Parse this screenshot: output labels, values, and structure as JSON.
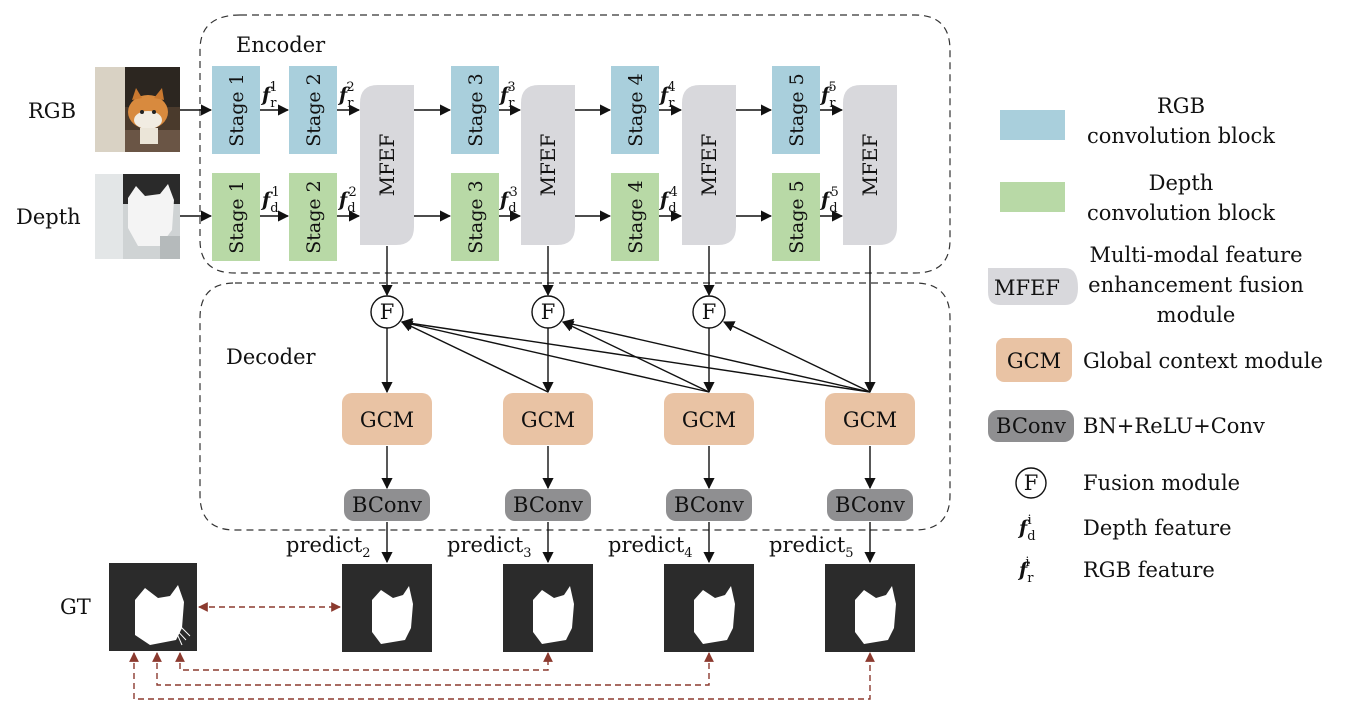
{
  "encoder_label": "Encoder",
  "decoder_label": "Decoder",
  "input_rgb_label": "RGB",
  "input_depth_label": "Depth",
  "gt_label": "GT",
  "rgb_stages": [
    "Stage 1",
    "Stage 2",
    "Stage 3",
    "Stage 4",
    "Stage 5"
  ],
  "depth_stages": [
    "Stage 1",
    "Stage 2",
    "Stage 3",
    "Stage 4",
    "Stage 5"
  ],
  "rgb_features": [
    {
      "base": "f",
      "sub": "r",
      "sup": "1"
    },
    {
      "base": "f",
      "sub": "r",
      "sup": "2"
    },
    {
      "base": "f",
      "sub": "r",
      "sup": "3"
    },
    {
      "base": "f",
      "sub": "r",
      "sup": "4"
    },
    {
      "base": "f",
      "sub": "r",
      "sup": "5"
    }
  ],
  "depth_features": [
    {
      "base": "f",
      "sub": "d",
      "sup": "1"
    },
    {
      "base": "f",
      "sub": "d",
      "sup": "2"
    },
    {
      "base": "f",
      "sub": "d",
      "sup": "3"
    },
    {
      "base": "f",
      "sub": "d",
      "sup": "4"
    },
    {
      "base": "f",
      "sub": "d",
      "sup": "5"
    }
  ],
  "mfef_label": "MFEF",
  "fusion_label": "F",
  "gcm_label": "GCM",
  "bconv_label": "BConv",
  "predicts": [
    {
      "base": "predict",
      "sub": "2"
    },
    {
      "base": "predict",
      "sub": "3"
    },
    {
      "base": "predict",
      "sub": "4"
    },
    {
      "base": "predict",
      "sub": "5"
    }
  ],
  "legend": {
    "rgb_block": "RGB\nconvolution block",
    "depth_block": "Depth\nconvolution block",
    "mfef_tag": "MFEF",
    "mfef_text": "Multi-modal feature\nenhancement fusion\nmodule",
    "gcm_tag": "GCM",
    "gcm_text": "Global context module",
    "bconv_tag": "BConv",
    "bconv_text": "BN+ReLU+Conv",
    "fusion_tag": "F",
    "fusion_text": "Fusion module",
    "depth_feat": {
      "base": "f",
      "sub": "d",
      "sup": "i"
    },
    "depth_feat_text": "Depth feature",
    "rgb_feat": {
      "base": "f",
      "sub": "r",
      "sup": "i"
    },
    "rgb_feat_text": "RGB feature"
  },
  "colors": {
    "rgb_block": "#a9cfdc",
    "depth_block": "#b8d9a6",
    "mfef": "#d8d8dc",
    "gcm": "#e9c3a4",
    "bconv": "#8f8f91",
    "gt_link": "#8b3a2f"
  }
}
